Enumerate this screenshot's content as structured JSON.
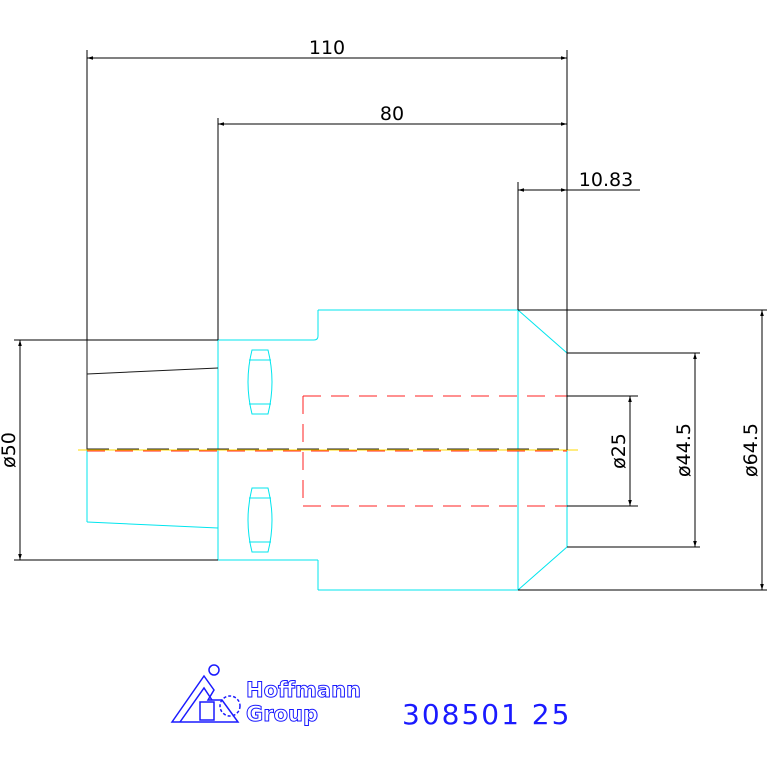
{
  "colors": {
    "outline": "#00e5ee",
    "dimension": "#000000",
    "hidden": "#ff2020",
    "centerline": "#ffd800",
    "brand": "#1a1aff"
  },
  "dimensions": {
    "length_overall": "110",
    "length_body": "80",
    "chamfer_length": "10.83",
    "dia_shank": "ø50",
    "dia_bore": "ø25",
    "dia_face": "ø44.5",
    "dia_body": "ø64.5"
  },
  "brand": {
    "logo_icon": "hoffmann-group-logo-icon",
    "name_line1": "Hoffmann",
    "name_line2": "Group"
  },
  "article_number": "308501 25"
}
